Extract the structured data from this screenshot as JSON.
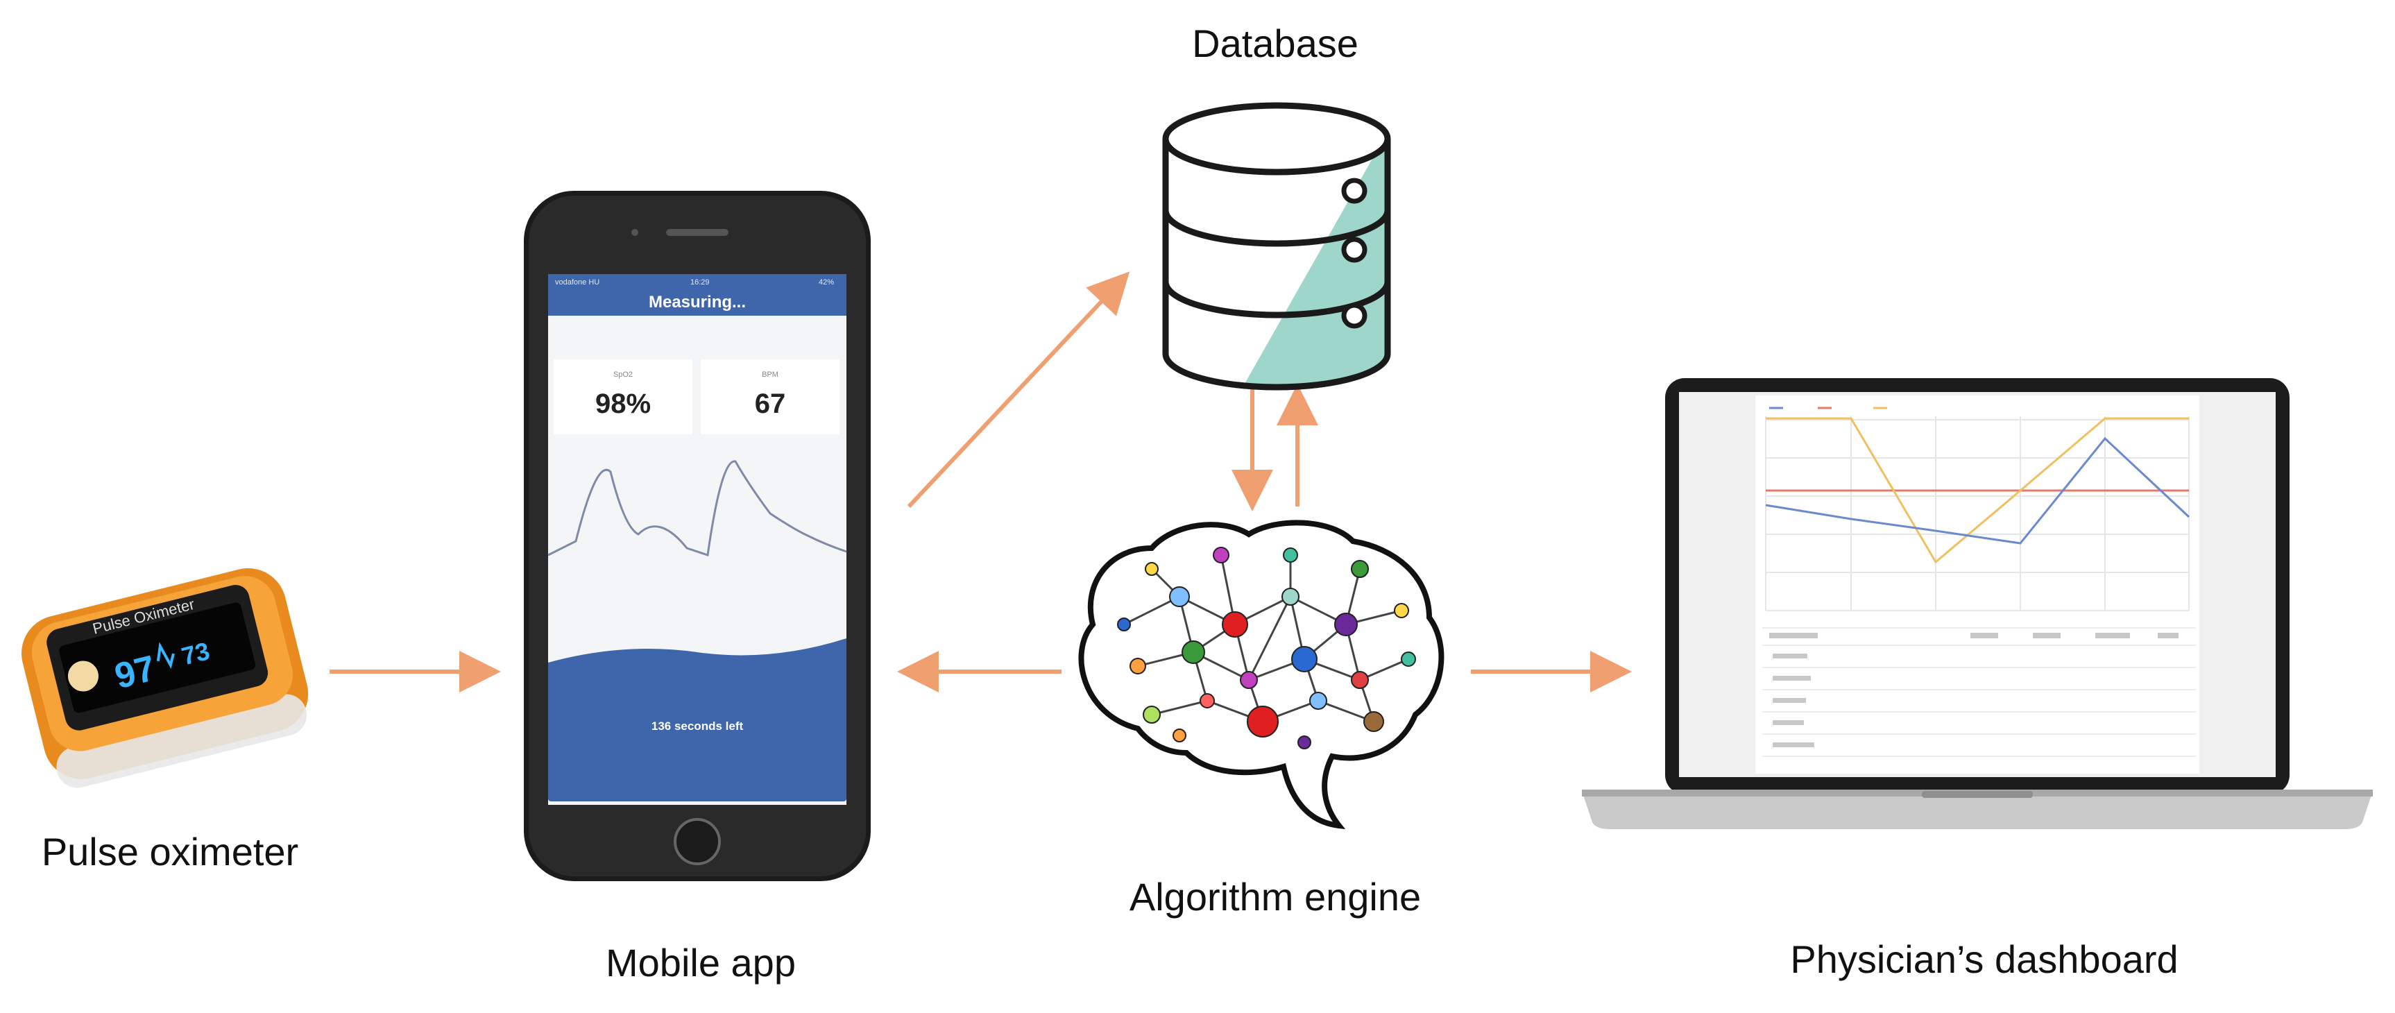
{
  "labels": {
    "pulse_oximeter": "Pulse oximeter",
    "mobile_app": "Mobile app",
    "database": "Database",
    "algorithm_engine": "Algorithm engine",
    "dashboard": "Physician’s dashboard"
  },
  "oximeter": {
    "brand": "Pulse Oximeter",
    "spo2_value": "97",
    "bpm_value": "73"
  },
  "phone": {
    "carrier": "vodafone HU",
    "time": "16:29",
    "battery": "42%",
    "title": "Measuring...",
    "spo2_label": "SpO2",
    "spo2_value": "98%",
    "bpm_label": "BPM",
    "bpm_value": "67",
    "countdown": "136 seconds left"
  },
  "colors": {
    "arrow": "#f0a070",
    "app_blue": "#3f66aa",
    "db_teal": "#9fd6cc"
  }
}
